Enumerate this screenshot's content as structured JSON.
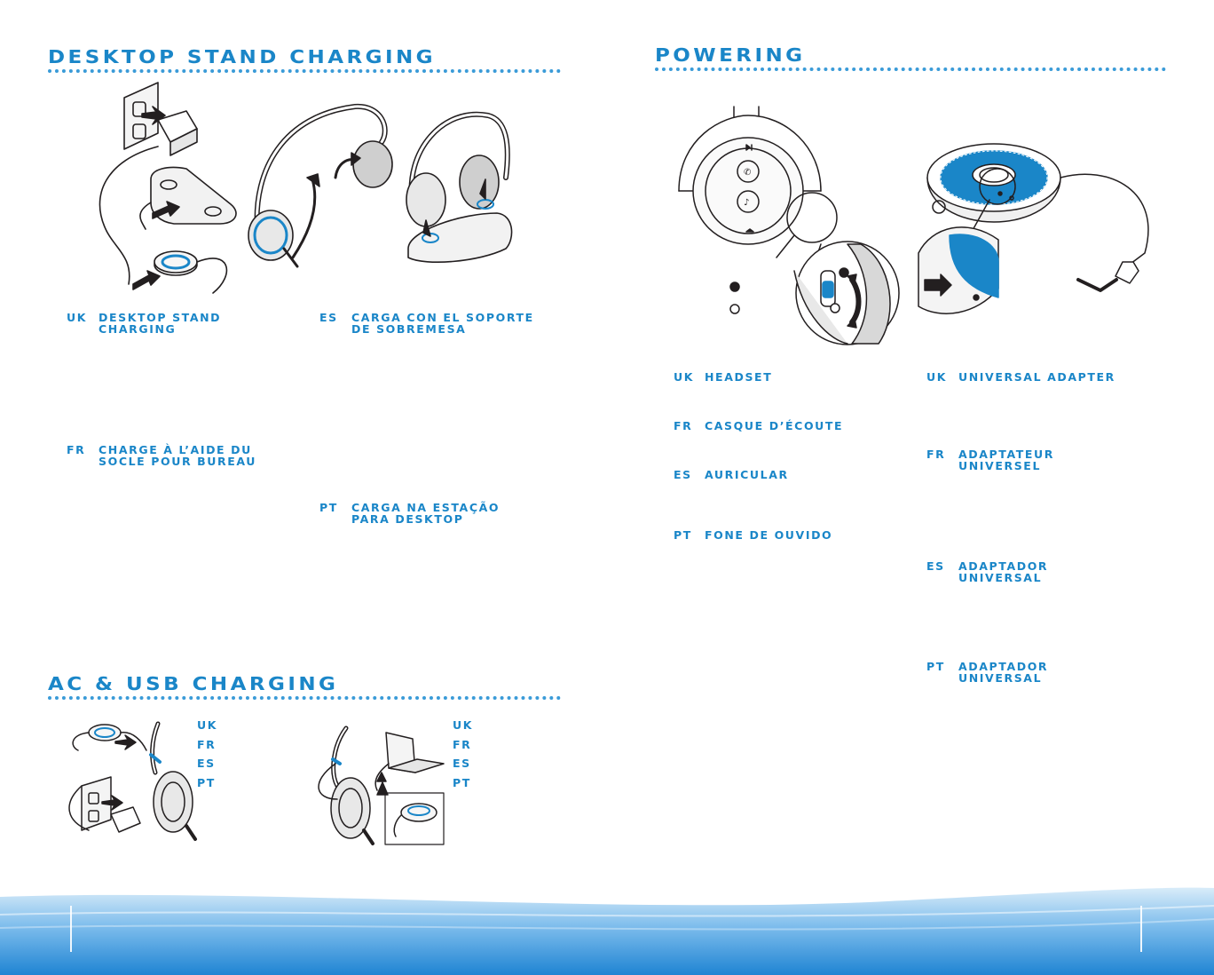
{
  "left_page": {
    "desktop": {
      "title": "DESKTOP STAND CHARGING",
      "uk": {
        "code": "UK",
        "line1": "DESKTOP STAND",
        "line2": "CHARGING"
      },
      "es": {
        "code": "ES",
        "line1": "CARGA CON EL SOPORTE",
        "line2": "DE SOBREMESA"
      },
      "fr": {
        "code": "FR",
        "line1": "CHARGE À L’AIDE DU",
        "line2": "SOCLE POUR BUREAU"
      },
      "pt": {
        "code": "PT",
        "line1": "CARGA NA ESTAÇÃO",
        "line2": "PARA DESKTOP"
      }
    },
    "ac_usb": {
      "title": "AC & USB CHARGING",
      "ac_codes": [
        "UK",
        "FR",
        "ES",
        "PT"
      ],
      "usb_codes": [
        "UK",
        "FR",
        "ES",
        "PT"
      ]
    }
  },
  "right_page": {
    "powering": {
      "title": "POWERING",
      "headset": [
        {
          "code": "UK",
          "text": "HEADSET"
        },
        {
          "code": "FR",
          "text": "CASQUE D’ÉCOUTE"
        },
        {
          "code": "ES",
          "text": "AURICULAR"
        },
        {
          "code": "PT",
          "text": "FONE DE OUVIDO"
        }
      ],
      "adapter": [
        {
          "code": "UK",
          "line1": "UNIVERSAL ADAPTER",
          "line2": ""
        },
        {
          "code": "FR",
          "line1": "ADAPTATEUR",
          "line2": "UNIVERSEL"
        },
        {
          "code": "ES",
          "line1": "ADAPTADOR",
          "line2": "UNIVERSAL"
        },
        {
          "code": "PT",
          "line1": "ADAPTADOR",
          "line2": "UNIVERSAL"
        }
      ]
    }
  },
  "colors": {
    "accent": "#1a86c8",
    "line_art": "#231f20",
    "footer_blue": "#2a8fd6"
  },
  "icons": [
    "wall-outlet-icon",
    "power-adapter-icon",
    "charging-stand-icon",
    "headset-icon",
    "universal-adapter-icon",
    "laptop-icon",
    "power-switch-icon",
    "arrow-icon"
  ]
}
